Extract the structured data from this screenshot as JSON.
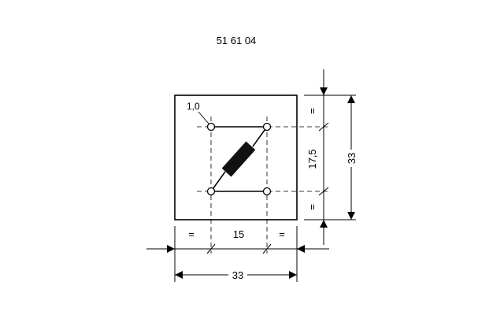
{
  "diagram": {
    "part_number": "51 61 04",
    "hole_diameter": "1,0",
    "dim_horizontal_pitch": "15",
    "dim_vertical_pitch": "17,5",
    "dim_outer_width": "33",
    "dim_outer_height": "33",
    "equal_mark": "="
  }
}
